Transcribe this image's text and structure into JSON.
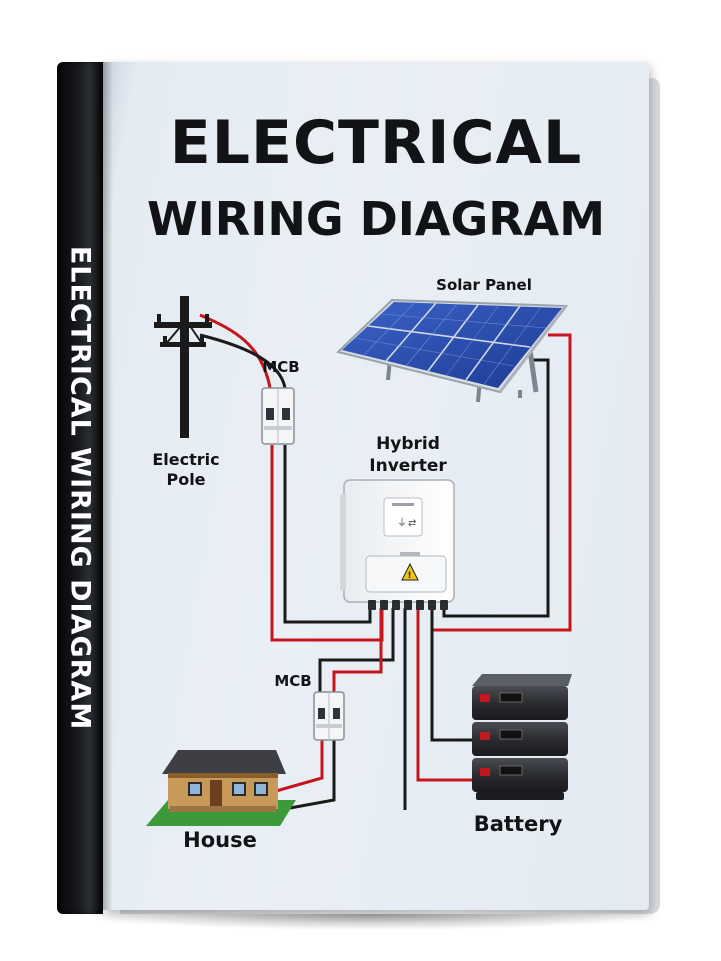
{
  "book": {
    "title_line1": "ELECTRICAL",
    "title_line2": "WIRING DIAGRAM",
    "spine_text": "ELECTRICAL WIRING DIAGRAM"
  },
  "diagram": {
    "labels": {
      "solar_panel": "Solar Panel",
      "mcb_top": "MCB",
      "electric_pole_line1": "Electric",
      "electric_pole_line2": "Pole",
      "hybrid_inverter_line1": "Hybrid",
      "hybrid_inverter_line2": "Inverter",
      "mcb_bottom": "MCB",
      "house": "House",
      "battery": "Battery"
    },
    "wire_colors": {
      "live": "#c4161c",
      "neutral": "#1a1a1a"
    }
  }
}
